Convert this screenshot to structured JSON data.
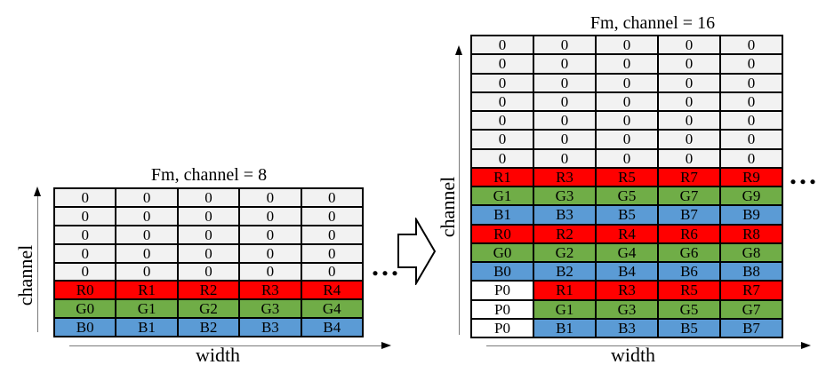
{
  "colors": {
    "red": "#ff0000",
    "green": "#70ad47",
    "blue": "#5b9bd5",
    "zero": "#f2f2f2",
    "pad": "#ffffff",
    "border": "#000000"
  },
  "left_diagram": {
    "title": "Fm, channel = 8",
    "y_axis_label": "channel",
    "x_axis_label": "width",
    "ellipsis": "...",
    "rows": [
      {
        "color": "zero",
        "cells": [
          "0",
          "0",
          "0",
          "0",
          "0"
        ]
      },
      {
        "color": "zero",
        "cells": [
          "0",
          "0",
          "0",
          "0",
          "0"
        ]
      },
      {
        "color": "zero",
        "cells": [
          "0",
          "0",
          "0",
          "0",
          "0"
        ]
      },
      {
        "color": "zero",
        "cells": [
          "0",
          "0",
          "0",
          "0",
          "0"
        ]
      },
      {
        "color": "zero",
        "cells": [
          "0",
          "0",
          "0",
          "0",
          "0"
        ]
      },
      {
        "color": "red",
        "cells": [
          "R0",
          "R1",
          "R2",
          "R3",
          "R4"
        ]
      },
      {
        "color": "green",
        "cells": [
          "G0",
          "G1",
          "G2",
          "G3",
          "G4"
        ]
      },
      {
        "color": "blue",
        "cells": [
          "B0",
          "B1",
          "B2",
          "B3",
          "B4"
        ]
      }
    ]
  },
  "right_diagram": {
    "title": "Fm, channel = 16",
    "y_axis_label": "channel",
    "x_axis_label": "width",
    "ellipsis": "...",
    "rows": [
      {
        "color": "zero",
        "cells": [
          "0",
          "0",
          "0",
          "0",
          "0"
        ]
      },
      {
        "color": "zero",
        "cells": [
          "0",
          "0",
          "0",
          "0",
          "0"
        ]
      },
      {
        "color": "zero",
        "cells": [
          "0",
          "0",
          "0",
          "0",
          "0"
        ]
      },
      {
        "color": "zero",
        "cells": [
          "0",
          "0",
          "0",
          "0",
          "0"
        ]
      },
      {
        "color": "zero",
        "cells": [
          "0",
          "0",
          "0",
          "0",
          "0"
        ]
      },
      {
        "color": "zero",
        "cells": [
          "0",
          "0",
          "0",
          "0",
          "0"
        ]
      },
      {
        "color": "zero",
        "cells": [
          "0",
          "0",
          "0",
          "0",
          "0"
        ]
      },
      {
        "color": "red",
        "cells": [
          "R1",
          "R3",
          "R5",
          "R7",
          "R9"
        ]
      },
      {
        "color": "green",
        "cells": [
          "G1",
          "G3",
          "G5",
          "G7",
          "G9"
        ]
      },
      {
        "color": "blue",
        "cells": [
          "B1",
          "B3",
          "B5",
          "B7",
          "B9"
        ]
      },
      {
        "color": "red",
        "cells": [
          "R0",
          "R2",
          "R4",
          "R6",
          "R8"
        ]
      },
      {
        "color": "green",
        "cells": [
          "G0",
          "G2",
          "G4",
          "G6",
          "G8"
        ]
      },
      {
        "color": "blue",
        "cells": [
          "B0",
          "B2",
          "B4",
          "B6",
          "B8"
        ]
      },
      {
        "cells": [
          {
            "t": "P0",
            "c": "pad"
          },
          {
            "t": "R1",
            "c": "red"
          },
          {
            "t": "R3",
            "c": "red"
          },
          {
            "t": "R5",
            "c": "red"
          },
          {
            "t": "R7",
            "c": "red"
          }
        ]
      },
      {
        "cells": [
          {
            "t": "P0",
            "c": "pad"
          },
          {
            "t": "G1",
            "c": "green"
          },
          {
            "t": "G3",
            "c": "green"
          },
          {
            "t": "G5",
            "c": "green"
          },
          {
            "t": "G7",
            "c": "green"
          }
        ]
      },
      {
        "cells": [
          {
            "t": "P0",
            "c": "pad"
          },
          {
            "t": "B1",
            "c": "blue"
          },
          {
            "t": "B3",
            "c": "blue"
          },
          {
            "t": "B5",
            "c": "blue"
          },
          {
            "t": "B7",
            "c": "blue"
          }
        ]
      }
    ]
  }
}
